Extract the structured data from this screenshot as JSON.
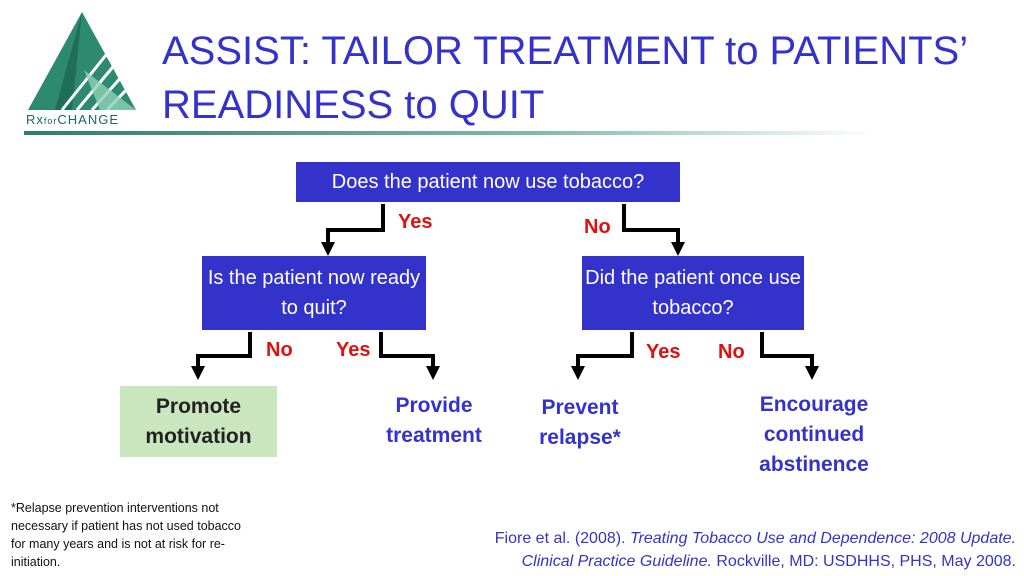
{
  "logo": {
    "text_rx": "Rx",
    "text_for": "for",
    "text_change": "CHANGE"
  },
  "title": {
    "line1": "ASSIST: TAILOR TREATMENT to PATIENTS’",
    "line2": "READINESS to QUIT"
  },
  "colors": {
    "accent": "#3333cc",
    "label_red": "#e01010",
    "promote_bg": "#c9e6bf",
    "logo_green": "#2e8a6e"
  },
  "flow": {
    "q_use": "Does the patient now use tobacco?",
    "q_ready": "Is the patient now ready to quit?",
    "q_once": "Did the patient once use tobacco?",
    "yes1": "Yes",
    "no1": "No",
    "no2": "No",
    "yes2": "Yes",
    "yes3": "Yes",
    "no3": "No",
    "promote": "Promote motivation",
    "provide": "Provide treatment",
    "prevent": "Prevent relapse*",
    "encourage": "Encourage continued abstinence"
  },
  "footnote": "*Relapse prevention interventions not necessary if patient has not used tobacco for many years and is not at risk for re-initiation.",
  "citation": {
    "prefix": "Fiore et al. (2008). ",
    "title": "Treating Tobacco Use and Dependence: 2008 Update.",
    "series": "Clinical Practice Guideline.",
    "suffix": " Rockville, MD: USDHHS, PHS, May 2008."
  }
}
